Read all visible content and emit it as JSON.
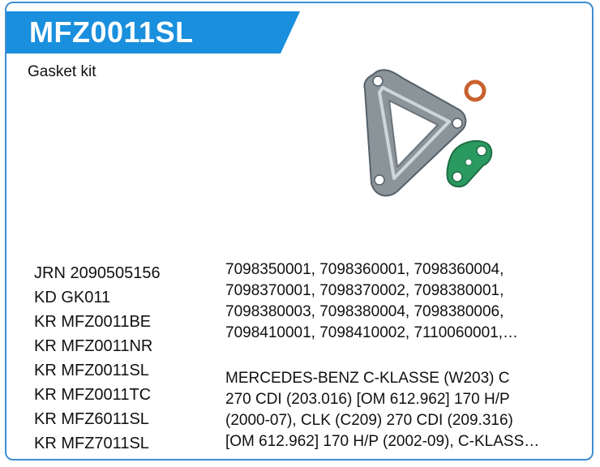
{
  "header": {
    "title": "MFZ0011SL",
    "accent_color": "#1a8fdd"
  },
  "product": {
    "subtitle": "Gasket kit",
    "image_icon": "gasket-kit-photo"
  },
  "cross_references": [
    "JRN 2090505156",
    "KD GK011",
    "KR MFZ0011BE",
    "KR MFZ0011NR",
    "KR MFZ0011SL",
    "KR MFZ0011TC",
    "KR MFZ6011SL",
    "KR MFZ7011SL"
  ],
  "part_numbers_lines": [
    "7098350001, 7098360001, 7098360004,",
    "7098370001, 7098370002, 7098380001,",
    "7098380003, 7098380004, 7098380006,",
    "7098410001, 7098410002, 7110060001,…"
  ],
  "vehicle_lines": [
    "MERCEDES-BENZ C-KLASSE (W203) C",
    "270 CDI (203.016) [OM 612.962] 170 H/P",
    "(2000-07), CLK (C209) 270 CDI (209.316)",
    "[OM 612.962] 170 H/P (2002-09), C-KLASS…"
  ]
}
